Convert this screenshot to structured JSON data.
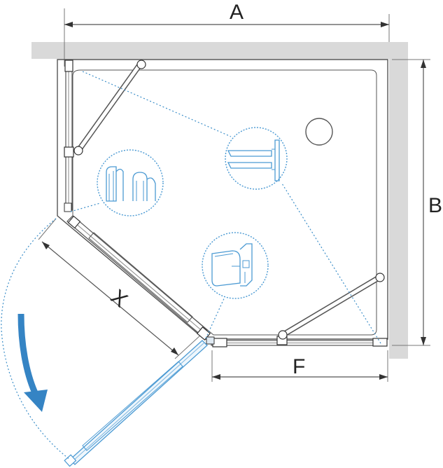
{
  "dimensions": {
    "a_label": "A",
    "b_label": "B",
    "f_label": "F",
    "x_label": "X"
  },
  "colors": {
    "wall": "#d9d9d9",
    "outline": "#555555",
    "accent": "#3584c4",
    "detail": "#4b9ad3"
  },
  "icons": {
    "door_swing": "curved-arrow-icon",
    "drain": "drain-circle-icon"
  }
}
